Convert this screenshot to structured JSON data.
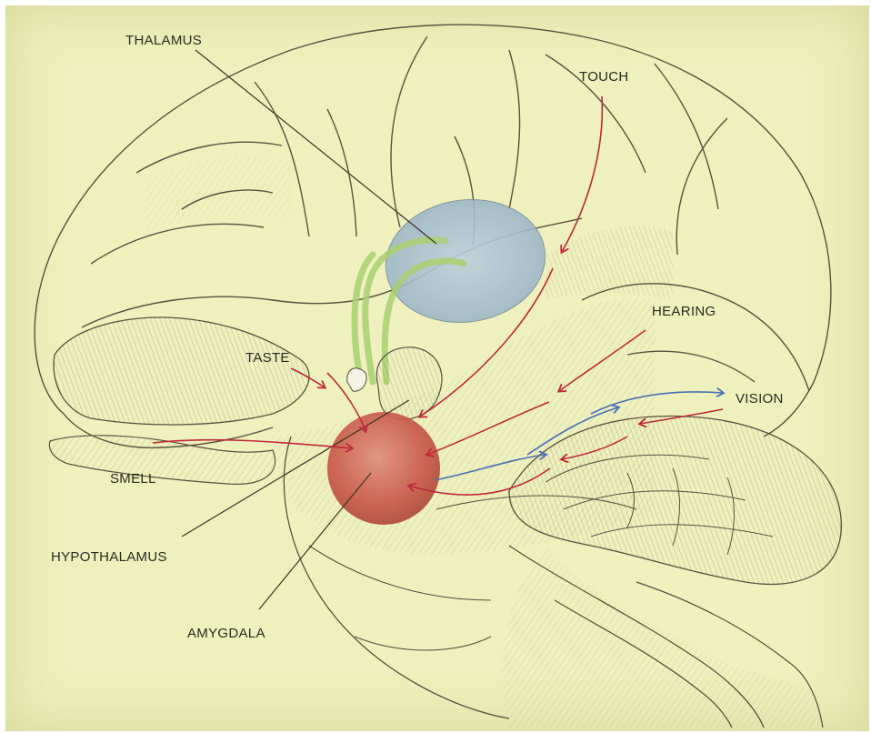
{
  "labels": {
    "thalamus": "THALAMUS",
    "touch": "TOUCH",
    "hearing": "HEARING",
    "vision": "VISION",
    "taste": "TASTE",
    "smell": "SMELL",
    "hypothalamus": "HYPOTHALAMUS",
    "amygdala": "AMYGDALA"
  },
  "colors": {
    "paper": "#eef0bd",
    "ink": "#5a5040",
    "sensory_arrow": "#c0283a",
    "vision_arrow": "#4a6fb5",
    "thalamus_fill": "#a9bfcf",
    "amygdala_fill": "#c9584a",
    "tract_green": "#a8d070"
  },
  "icons": {
    "arrow_head": "arrowhead"
  }
}
